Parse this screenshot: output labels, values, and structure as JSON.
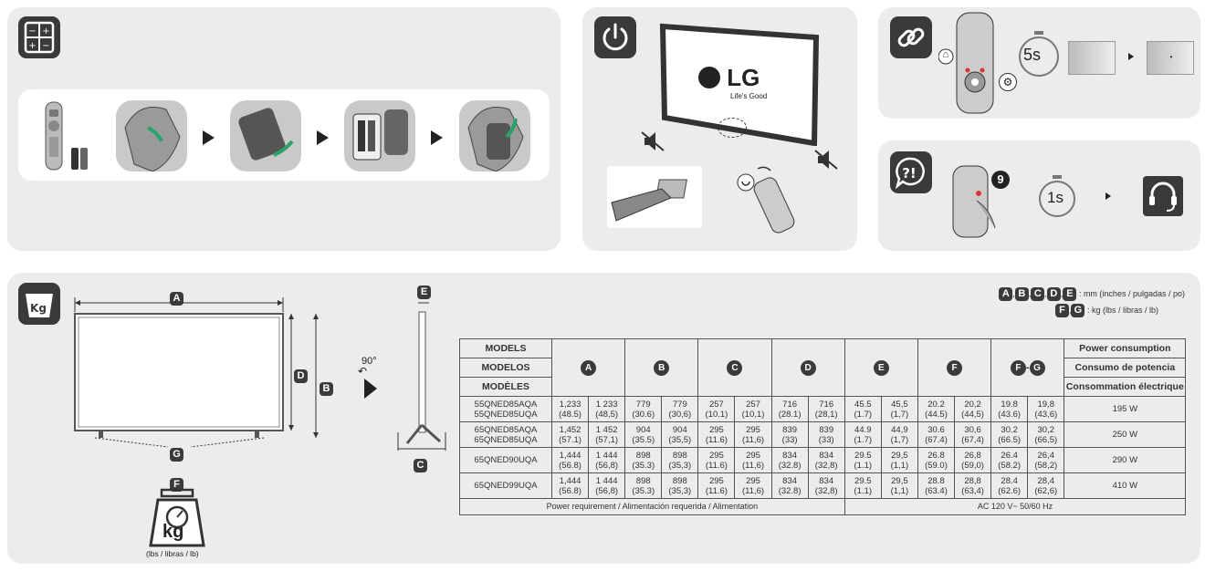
{
  "brand": {
    "logo": "LG",
    "tagline": "Life's Good"
  },
  "timers": {
    "reset_seconds": "5s",
    "support_seconds": "1s",
    "support_key": "9"
  },
  "labels": {
    "A": "A",
    "B": "B",
    "C": "C",
    "D": "D",
    "E": "E",
    "F": "F",
    "G": "G",
    "rotation": "90°",
    "scale_unit": "kg",
    "scale_caption": "(lbs / libras / lb)"
  },
  "legend": {
    "dims_letters": [
      "A",
      "B",
      "C",
      "D",
      "E"
    ],
    "dims_text": ": mm (inches / pulgadas / po)",
    "weight_letters": [
      "F",
      "G"
    ],
    "weight_text": ": kg (lbs / libras / lb)"
  },
  "spec_table": {
    "header_models": [
      "MODELS",
      "MODELOS",
      "MODÈLES"
    ],
    "header_letters": [
      "A",
      "B",
      "C",
      "D",
      "E",
      "F"
    ],
    "header_fg": {
      "left": "F",
      "sep": "-",
      "right": "G"
    },
    "header_power": [
      "Power consumption",
      "Consumo de potencia",
      "Consommation électrique"
    ],
    "rows": [
      {
        "models": [
          "55QNED85AQA",
          "55QNED85UQA"
        ],
        "cells": [
          [
            "1,233",
            "(48.5)"
          ],
          [
            "1 233",
            "(48,5)"
          ],
          [
            "779",
            "(30.6)"
          ],
          [
            "779",
            "(30,6)"
          ],
          [
            "257",
            "(10.1)"
          ],
          [
            "257",
            "(10,1)"
          ],
          [
            "716",
            "(28.1)"
          ],
          [
            "716",
            "(28,1)"
          ],
          [
            "45.5",
            "(1.7)"
          ],
          [
            "45,5",
            "(1,7)"
          ],
          [
            "20.2",
            "(44.5)"
          ],
          [
            "20,2",
            "(44,5)"
          ],
          [
            "19.8",
            "(43.6)"
          ],
          [
            "19,8",
            "(43,6)"
          ]
        ],
        "power": "195 W"
      },
      {
        "models": [
          "65QNED85AQA",
          "65QNED85UQA"
        ],
        "cells": [
          [
            "1,452",
            "(57.1)"
          ],
          [
            "1 452",
            "(57,1)"
          ],
          [
            "904",
            "(35.5)"
          ],
          [
            "904",
            "(35,5)"
          ],
          [
            "295",
            "(11.6)"
          ],
          [
            "295",
            "(11,6)"
          ],
          [
            "839",
            "(33)"
          ],
          [
            "839",
            "(33)"
          ],
          [
            "44.9",
            "(1.7)"
          ],
          [
            "44,9",
            "(1,7)"
          ],
          [
            "30.6",
            "(67.4)"
          ],
          [
            "30,6",
            "(67,4)"
          ],
          [
            "30.2",
            "(66.5)"
          ],
          [
            "30,2",
            "(66,5)"
          ]
        ],
        "power": "250 W"
      },
      {
        "models": [
          "65QNED90UQA"
        ],
        "cells": [
          [
            "1,444",
            "(56.8)"
          ],
          [
            "1 444",
            "(56,8)"
          ],
          [
            "898",
            "(35.3)"
          ],
          [
            "898",
            "(35,3)"
          ],
          [
            "295",
            "(11.6)"
          ],
          [
            "295",
            "(11,6)"
          ],
          [
            "834",
            "(32.8)"
          ],
          [
            "834",
            "(32,8)"
          ],
          [
            "29.5",
            "(1.1)"
          ],
          [
            "29,5",
            "(1,1)"
          ],
          [
            "26.8",
            "(59.0)"
          ],
          [
            "26,8",
            "(59,0)"
          ],
          [
            "26.4",
            "(58.2)"
          ],
          [
            "26,4",
            "(58,2)"
          ]
        ],
        "power": "290 W"
      },
      {
        "models": [
          "65QNED99UQA"
        ],
        "cells": [
          [
            "1,444",
            "(56.8)"
          ],
          [
            "1 444",
            "(56,8)"
          ],
          [
            "898",
            "(35.3)"
          ],
          [
            "898",
            "(35,3)"
          ],
          [
            "295",
            "(11.6)"
          ],
          [
            "295",
            "(11,6)"
          ],
          [
            "834",
            "(32.8)"
          ],
          [
            "834",
            "(32,8)"
          ],
          [
            "29.5",
            "(1.1)"
          ],
          [
            "29,5",
            "(1,1)"
          ],
          [
            "28.8",
            "(63.4)"
          ],
          [
            "28,8",
            "(63,4)"
          ],
          [
            "28.4",
            "(62.6)"
          ],
          [
            "28,4",
            "(62,6)"
          ]
        ],
        "power": "410 W"
      }
    ],
    "footer_label": "Power requirement / Alimentación requerida / Alimentation",
    "footer_value": "AC 120 V~ 50/60 Hz"
  },
  "icons": [
    "battery-icon",
    "power-icon",
    "link-icon",
    "help-icon",
    "weight-icon",
    "headset-icon",
    "home-icon",
    "settings-icon",
    "timer-icon",
    "mute-icon",
    "remote-icon"
  ]
}
